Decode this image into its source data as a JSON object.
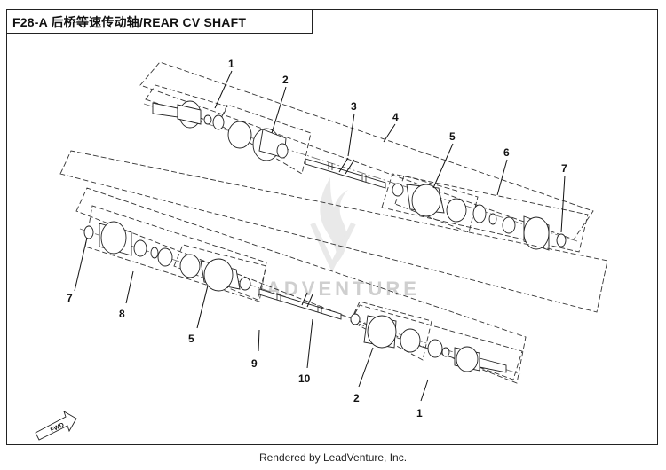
{
  "header": {
    "title": "F28-A 后桥等速传动轴/REAR CV SHAFT"
  },
  "callouts": {
    "top": {
      "c1": "1",
      "c2": "2",
      "c3": "3",
      "c4": "4",
      "c5": "5",
      "c6": "6",
      "c7": "7"
    },
    "bottom": {
      "c7": "7",
      "c8": "8",
      "c5": "5",
      "c9": "9",
      "c10": "10",
      "c2": "2",
      "c1": "1"
    }
  },
  "watermark": {
    "text": "ADVENTURE"
  },
  "direction_arrow": {
    "label": "FWD"
  },
  "footer": {
    "text": "Rendered by LeadVenture, Inc."
  }
}
